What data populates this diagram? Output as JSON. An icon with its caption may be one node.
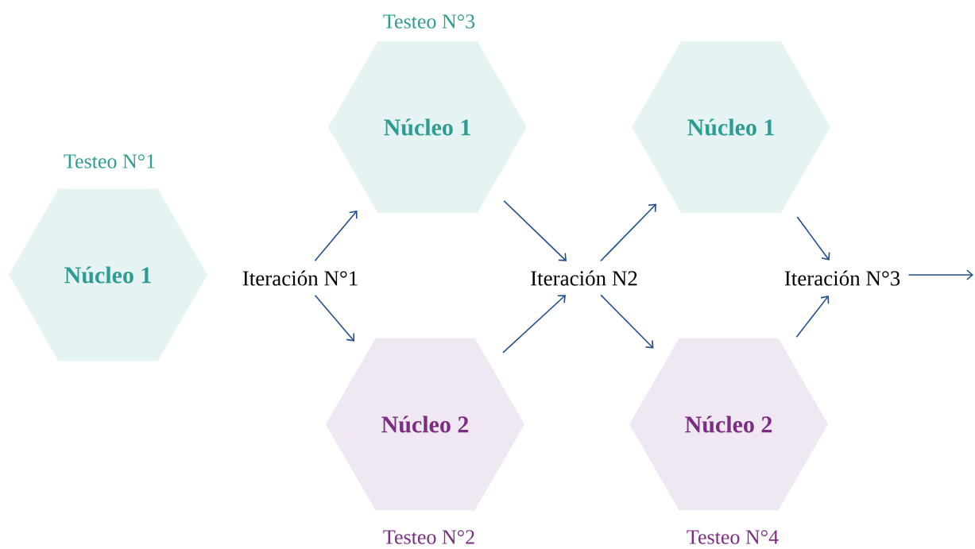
{
  "diagram": {
    "nodes": [
      {
        "text": [
          "Núcleo 1"
        ],
        "beside": [
          "Testeo N°1"
        ]
      },
      {
        "text": [
          "Iteración N°1"
        ]
      },
      {
        "text": [
          "Núcleo 1"
        ],
        "beside": [
          "Testeo N°3"
        ]
      },
      {
        "text": [
          "Núcleo 2"
        ],
        "beside": [
          "Testeo N°2"
        ]
      },
      {
        "text": [
          "Iteración N2"
        ]
      },
      {
        "text": [
          "Núcleo 1"
        ]
      },
      {
        "text": [
          "Núcleo 2"
        ],
        "beside": [
          "Testeo N°4"
        ]
      },
      {
        "text": [
          "Iteración N°3"
        ]
      }
    ],
    "edges": [
      {
        "from": 1,
        "to": 2,
        "arrow": "to"
      },
      {
        "from": 1,
        "to": 3,
        "arrow": "to"
      },
      {
        "from": 2,
        "to": 4,
        "arrow": "to"
      },
      {
        "from": 3,
        "to": 4,
        "arrow": "to"
      },
      {
        "from": 4,
        "to": 5,
        "arrow": "to"
      },
      {
        "from": 4,
        "to": 6,
        "arrow": "to"
      },
      {
        "from": 5,
        "to": 7,
        "arrow": "to"
      },
      {
        "from": 6,
        "to": 7,
        "arrow": "to"
      },
      {
        "from": 7,
        "to": null,
        "arrow": "to"
      }
    ]
  }
}
